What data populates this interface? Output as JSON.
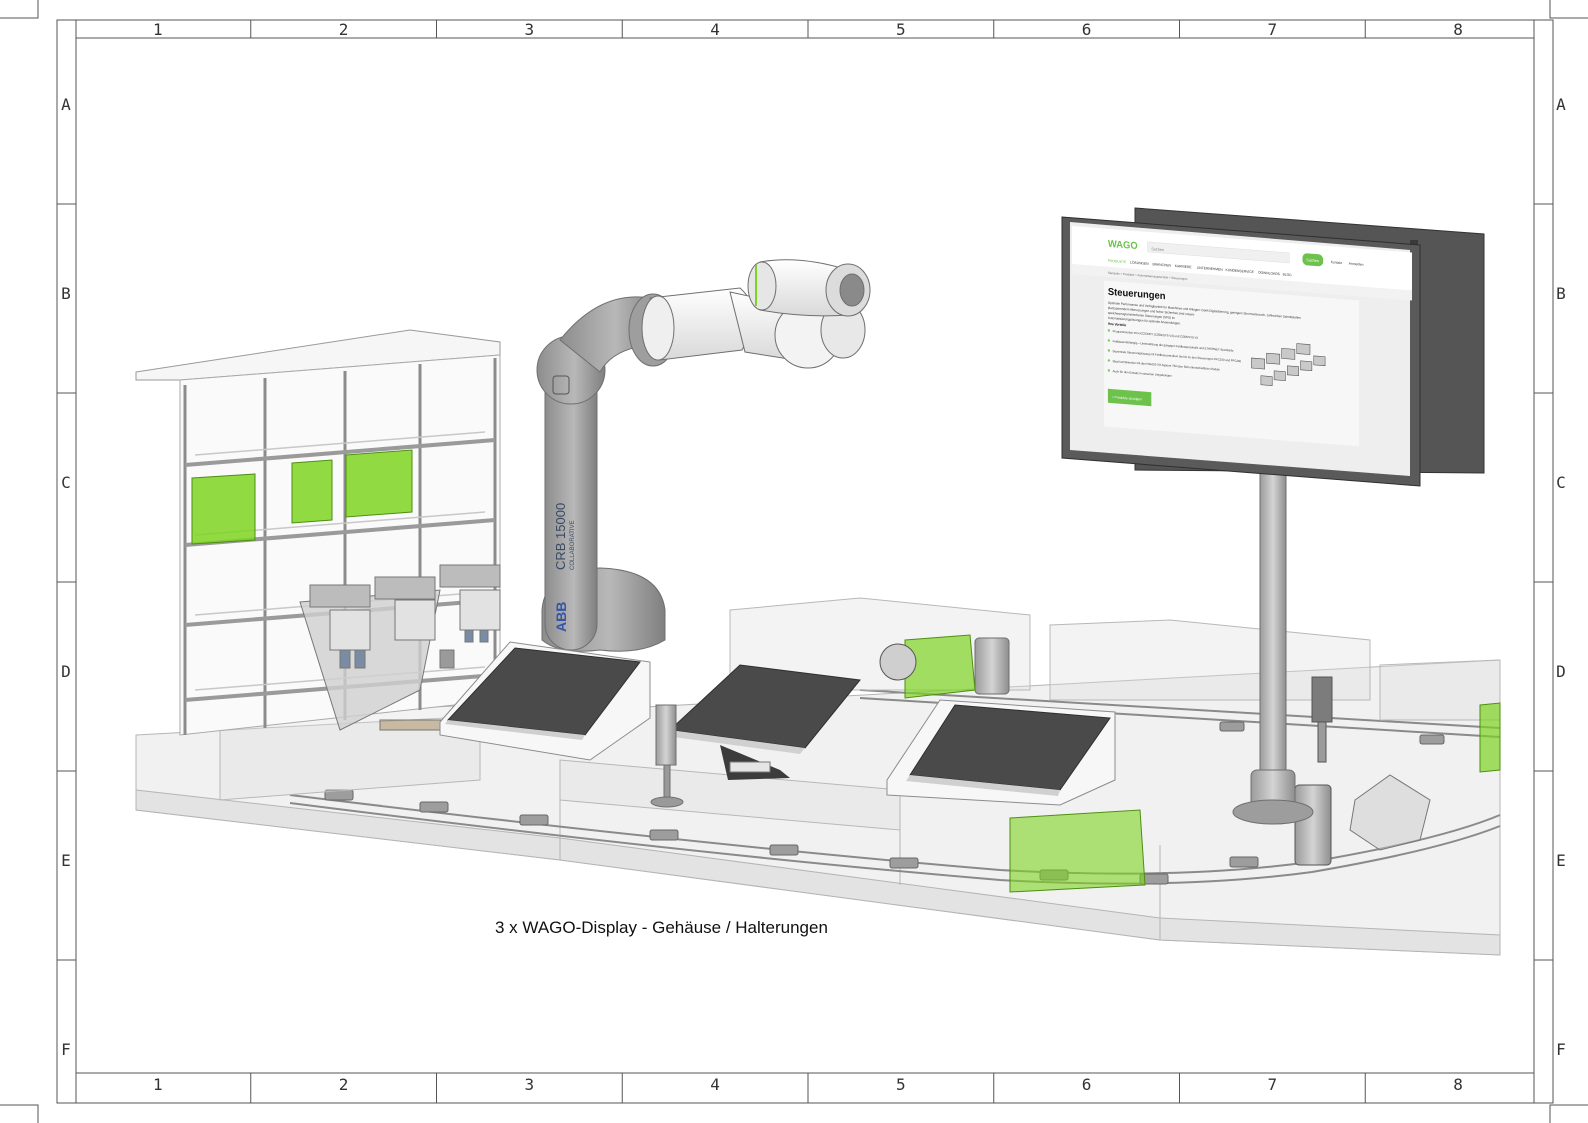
{
  "frame": {
    "columns": [
      "1",
      "2",
      "3",
      "4",
      "5",
      "6",
      "7",
      "8"
    ],
    "rows": [
      "A",
      "B",
      "C",
      "D",
      "E",
      "F"
    ]
  },
  "caption": "3 x WAGO-Display - Gehäuse / Halterungen",
  "colors": {
    "accent_green": "#7ed321",
    "robot_grey": "#9a9a9a",
    "panel_dark": "#3d3d3d",
    "frame_line": "#555555"
  },
  "robot": {
    "model_text": "CRB 15000",
    "sub_text": "COLLABORATIVE",
    "brand_text": "ABB"
  },
  "monitor": {
    "logo": "WAGO",
    "search_placeholder": "Suchen",
    "search_button": "Suchen",
    "top_links": [
      "Kontakt",
      "Anmelden"
    ],
    "nav": [
      "PRODUKTE",
      "LÖSUNGEN",
      "BRANCHEN",
      "KARRIERE",
      "UNTERNEHMEN",
      "KUNDENSERVICE",
      "DOWNLOADS",
      "BLOG"
    ],
    "breadcrumb": "Startseite  >  Produkte  >  Automatisierungstechnik  >  Steuerungen",
    "heading": "Steuerungen",
    "intro": "Optimale Performance und Verfügbarkeit für Maschinen und Anlagen: Dank Digitalisierung, geringem Stromverbrauch, zahlreichen Schnittstellen",
    "intro_2": "platzsparendem Abmessungen und hoher Sicherheit sind unsere",
    "intro_3": "speicherprogrammierbaren Steuerungen (SPS) im",
    "intro_4": "Automatisierungslösungen für optimale Anwendungen.",
    "advantages_title": "Ihre Vorteile",
    "bullets": [
      "Programmierbar mit e!COCKPIT (CODESYS V3) und CODESYS V2",
      "Feldbusunabhängig – Unterstützung der gängigen Feldbusprotokolle und ETHERNET-Standards",
      "Dezentrale Steuerungslösung mit Feldbuscontrollern bis hin zu den Steuerungen PFC100 und PFC200",
      "Ideal kombinierbar mit dem WAGO-I/O-System 750 über 500 unterschiedliche Module",
      "Auch für den Einsatz in extremen Umgebungen"
    ],
    "cta": "> Produkte anzeigen"
  }
}
